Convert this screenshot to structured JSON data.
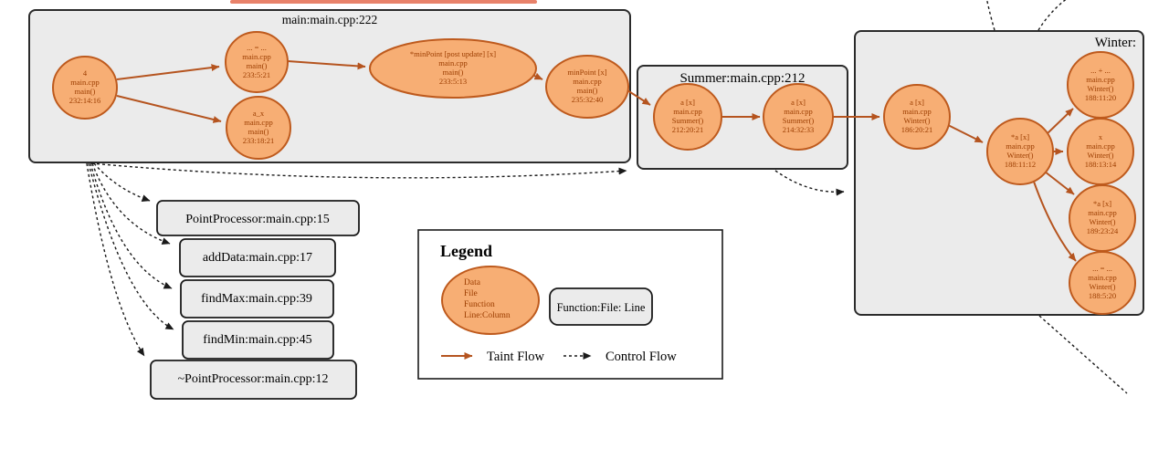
{
  "graph": {
    "clusters": {
      "main": {
        "title": "main:main.cpp:222"
      },
      "summer": {
        "title": "Summer:main.cpp:212"
      },
      "winter": {
        "title": "Winter:"
      }
    },
    "nodes": {
      "v4": {
        "lines": [
          "4",
          "main.cpp",
          "main()",
          "232:14:16"
        ]
      },
      "assign_main": {
        "lines": [
          "... = ...",
          "main.cpp",
          "main()",
          "233:5:21"
        ]
      },
      "a_x": {
        "lines": [
          "a_x",
          "main.cpp",
          "main()",
          "233:18:21"
        ]
      },
      "minpoint_post": {
        "lines": [
          "*minPoint [post update] [x]",
          "main.cpp",
          "main()",
          "233:5:13"
        ]
      },
      "minpoint": {
        "lines": [
          "minPoint [x]",
          "main.cpp",
          "main()",
          "235:32:40"
        ]
      },
      "summer_a1": {
        "lines": [
          "a [x]",
          "main.cpp",
          "Summer()",
          "212:20:21"
        ]
      },
      "summer_a2": {
        "lines": [
          "a [x]",
          "main.cpp",
          "Summer()",
          "214:32:33"
        ]
      },
      "winter_a": {
        "lines": [
          "a [x]",
          "main.cpp",
          "Winter()",
          "186:20:21"
        ]
      },
      "winter_deref_a": {
        "lines": [
          "*a [x]",
          "main.cpp",
          "Winter()",
          "188:11:12"
        ]
      },
      "winter_plus": {
        "lines": [
          "... + ...",
          "main.cpp",
          "Winter()",
          "188:11:20"
        ]
      },
      "winter_x": {
        "lines": [
          "x",
          "main.cpp",
          "Winter()",
          "188:13:14"
        ]
      },
      "winter_deref_a2": {
        "lines": [
          "*a [x]",
          "main.cpp",
          "Winter()",
          "189:23:24"
        ]
      },
      "winter_assign": {
        "lines": [
          "... = ...",
          "main.cpp",
          "Winter()",
          "188:5:20"
        ]
      }
    },
    "function_boxes": [
      {
        "label": "PointProcessor:main.cpp:15"
      },
      {
        "label": "addData:main.cpp:17"
      },
      {
        "label": "findMax:main.cpp:39"
      },
      {
        "label": "findMin:main.cpp:45"
      },
      {
        "label": "~PointProcessor:main.cpp:12"
      }
    ],
    "legend": {
      "title": "Legend",
      "node_example_lines": [
        "Data",
        "File",
        "Function",
        "Line:Column"
      ],
      "function_box_label": "Function:File: Line",
      "taint_flow_label": "Taint Flow",
      "control_flow_label": "Control Flow"
    },
    "colors": {
      "node_fill": "#F7AE74",
      "node_border": "#BE5A1D",
      "node_text": "#9C3D00",
      "taint_flow": "#B5541F",
      "control_flow": "#1A1A1A",
      "cluster_fill": "#EBEBEB",
      "cluster_border": "#2B2B2B"
    }
  }
}
